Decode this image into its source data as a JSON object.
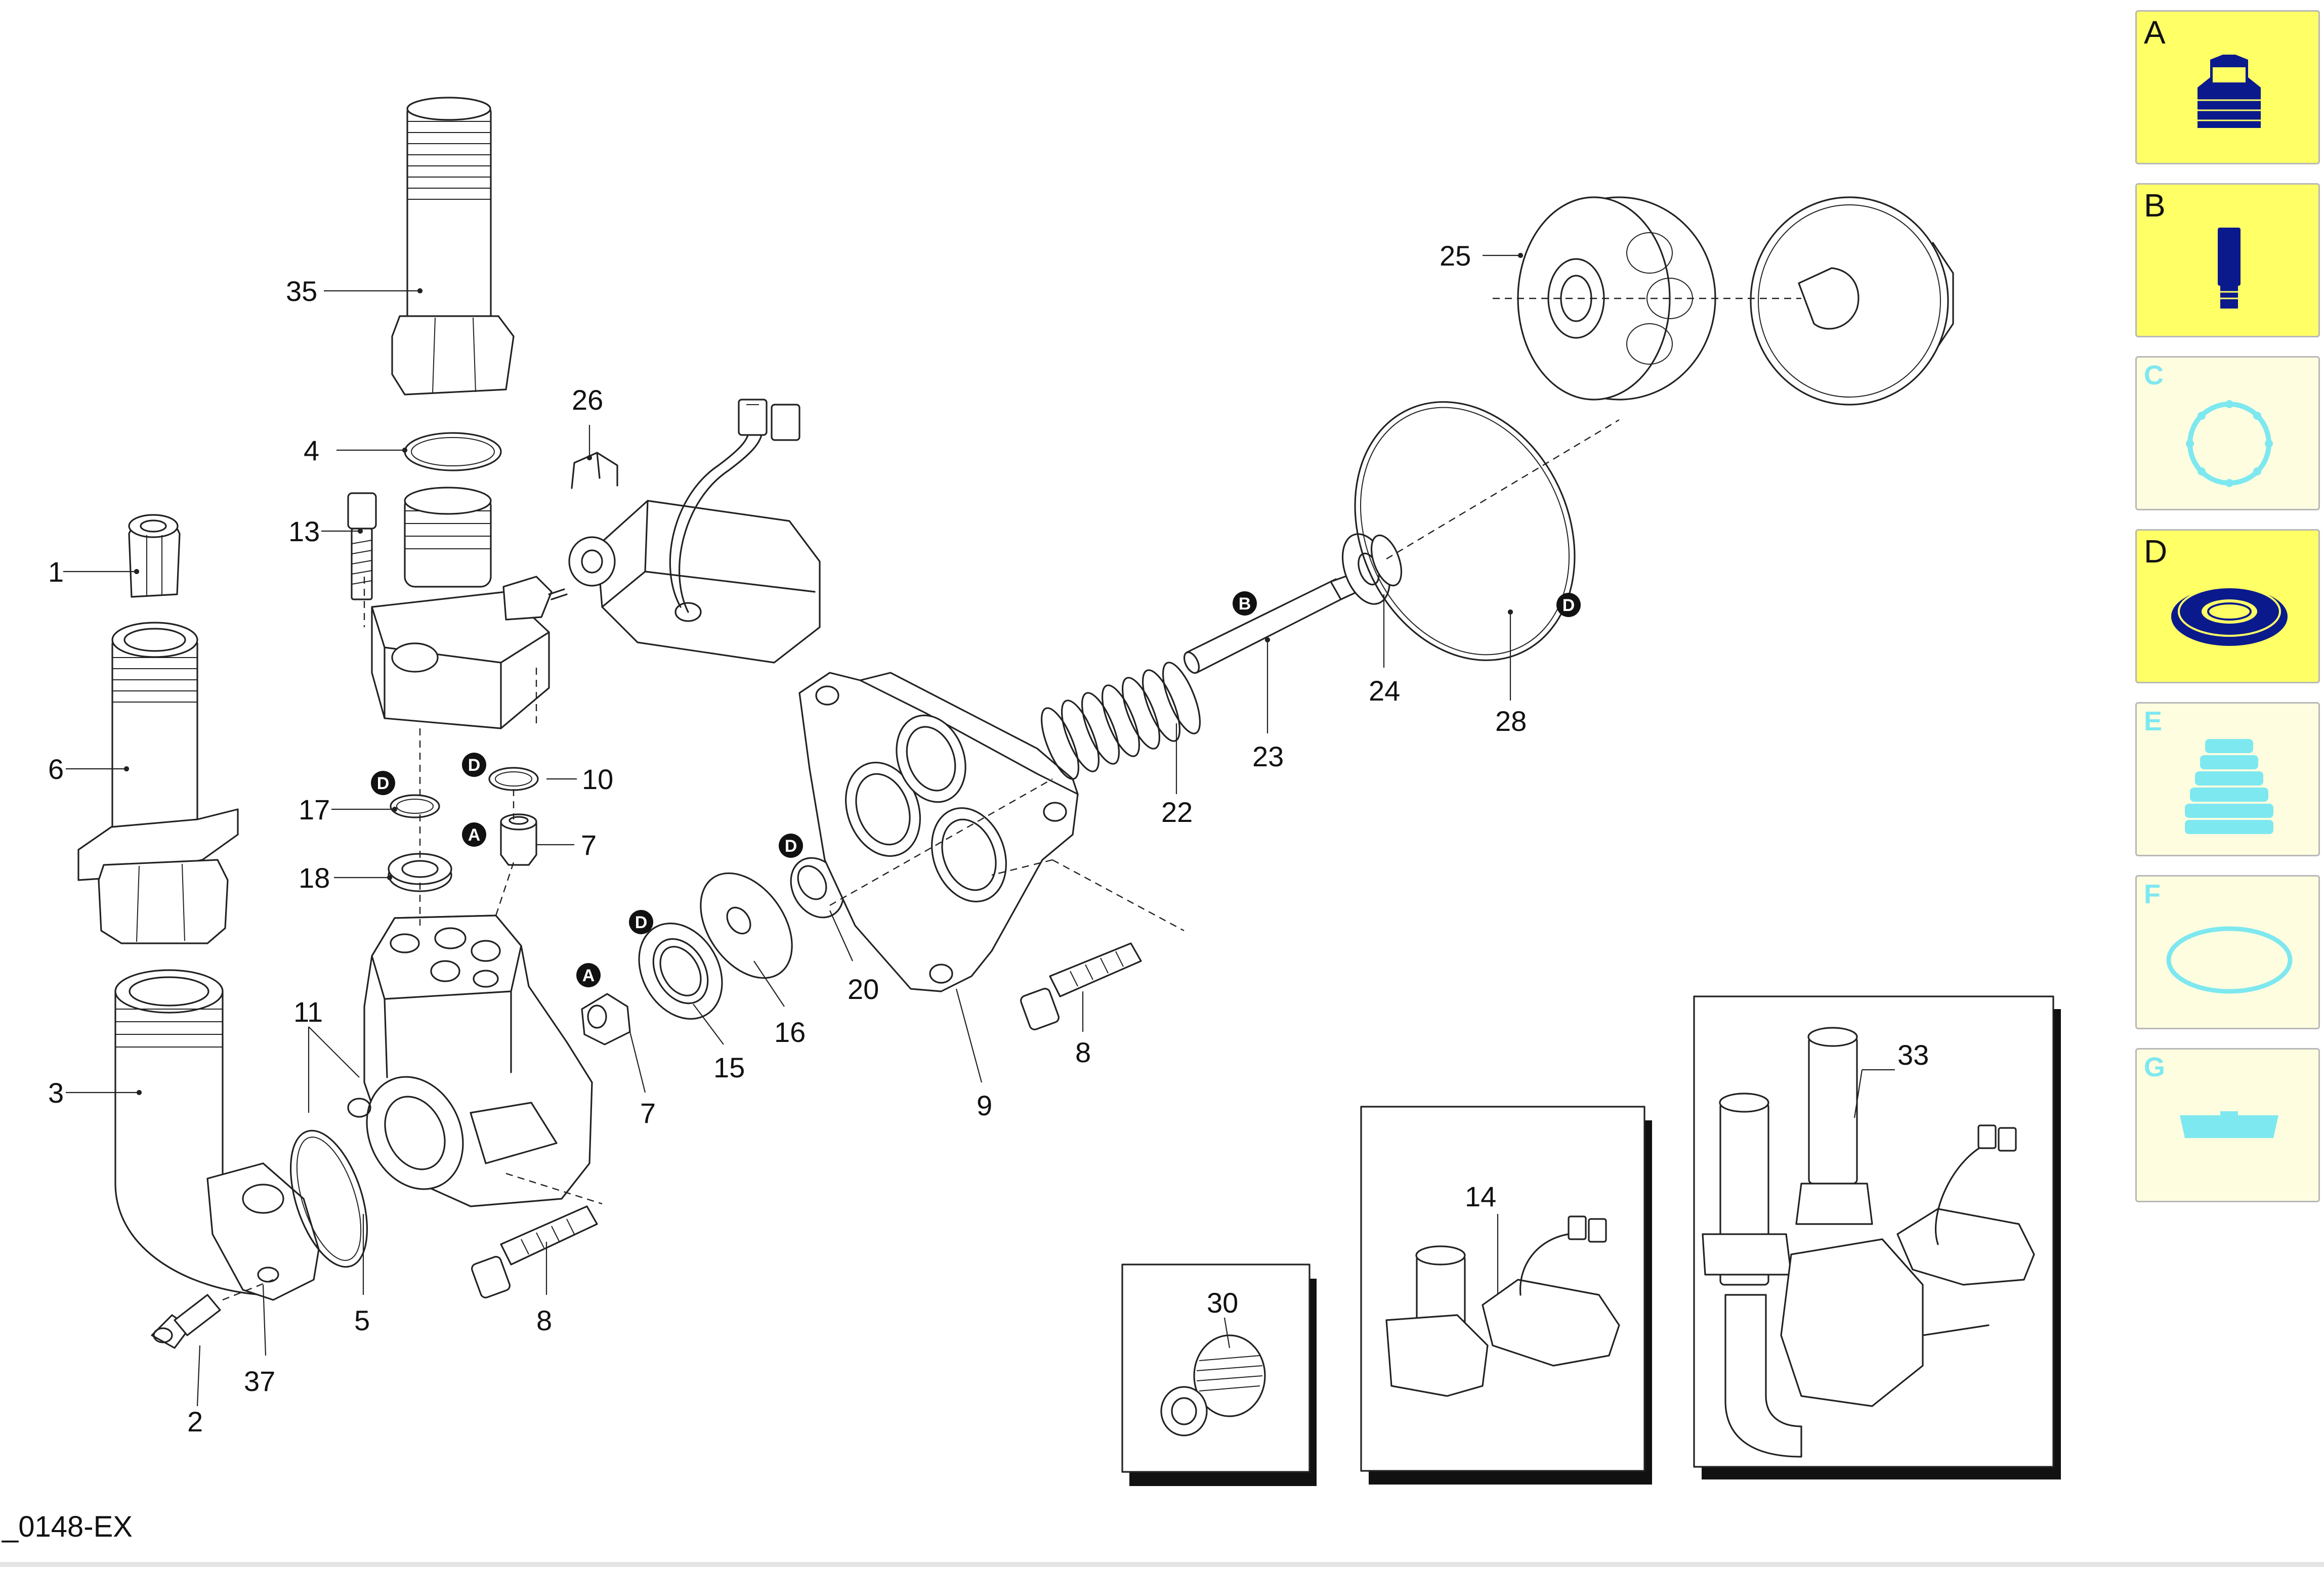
{
  "drawing_code": "_0148-EX",
  "callouts": {
    "c1": "1",
    "c2": "2",
    "c3": "3",
    "c4": "4",
    "c5": "5",
    "c6": "6",
    "c7a": "7",
    "c7b": "7",
    "c8a": "8",
    "c8b": "8",
    "c9": "9",
    "c10": "10",
    "c11": "11",
    "c13": "13",
    "c14": "14",
    "c15": "15",
    "c16": "16",
    "c17": "17",
    "c18": "18",
    "c20": "20",
    "c22": "22",
    "c23": "23",
    "c24": "24",
    "c25": "25",
    "c26": "26",
    "c28": "28",
    "c30": "30",
    "c33": "33",
    "c35": "35",
    "c37": "37"
  },
  "badges": {
    "d17": "D",
    "d10": "D",
    "a7": "A",
    "d15": "D",
    "a7b": "A",
    "d20": "D",
    "b23": "B",
    "d28": "D"
  },
  "legend": [
    {
      "letter": "A",
      "state": "active",
      "icon": "nut-icon"
    },
    {
      "letter": "B",
      "state": "active",
      "icon": "bolt-icon"
    },
    {
      "letter": "C",
      "state": "inactive",
      "icon": "gasket-icon"
    },
    {
      "letter": "D",
      "state": "active",
      "icon": "seal-ring-icon"
    },
    {
      "letter": "E",
      "state": "inactive",
      "icon": "bellows-icon"
    },
    {
      "letter": "F",
      "state": "inactive",
      "icon": "o-ring-icon"
    },
    {
      "letter": "G",
      "state": "inactive",
      "icon": "bracket-icon"
    }
  ],
  "colors": {
    "legend_active": "#ffff66",
    "legend_inactive": "#fffde0",
    "icon_active": "#0a1a8c",
    "icon_inactive": "#7ee8f0"
  }
}
